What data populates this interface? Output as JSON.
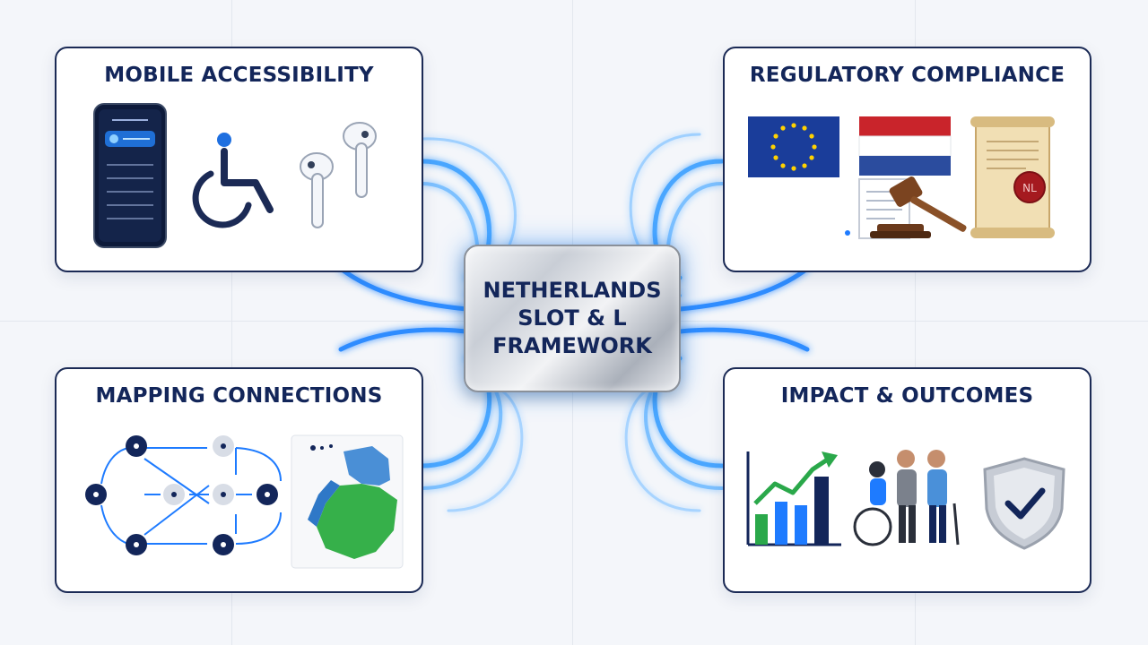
{
  "hub": {
    "title_lines": [
      "NETHERLANDS",
      "SLOT & L",
      "FRAMEWORK"
    ]
  },
  "cards": {
    "mobile_accessibility": {
      "title": "MOBILE ACCESSIBILITY",
      "icons": [
        "smartphone-icon",
        "wheelchair-icon",
        "earbuds-icon"
      ]
    },
    "regulatory_compliance": {
      "title": "REGULATORY COMPLIANCE",
      "icons": [
        "eu-flag-icon",
        "netherlands-flag-icon",
        "document-icon",
        "gavel-icon",
        "scroll-icon",
        "wax-seal-icon"
      ],
      "seal_label": "NL"
    },
    "mapping_connections": {
      "title": "MAPPING CONNECTIONS",
      "icons": [
        "flow-diagram-icon",
        "netherlands-map-icon"
      ]
    },
    "impact_outcomes": {
      "title": "IMPACT & OUTCOMES",
      "icons": [
        "growth-chart-icon",
        "people-icon",
        "shield-check-icon"
      ]
    }
  },
  "colors": {
    "navy": "#13265a",
    "accent_blue": "#1e7bff",
    "glow_blue": "#58b2ff",
    "eu_blue": "#1a3d9a",
    "nl_red": "#c9242b",
    "nl_blue": "#2b4c9e",
    "green": "#2aa84a"
  }
}
